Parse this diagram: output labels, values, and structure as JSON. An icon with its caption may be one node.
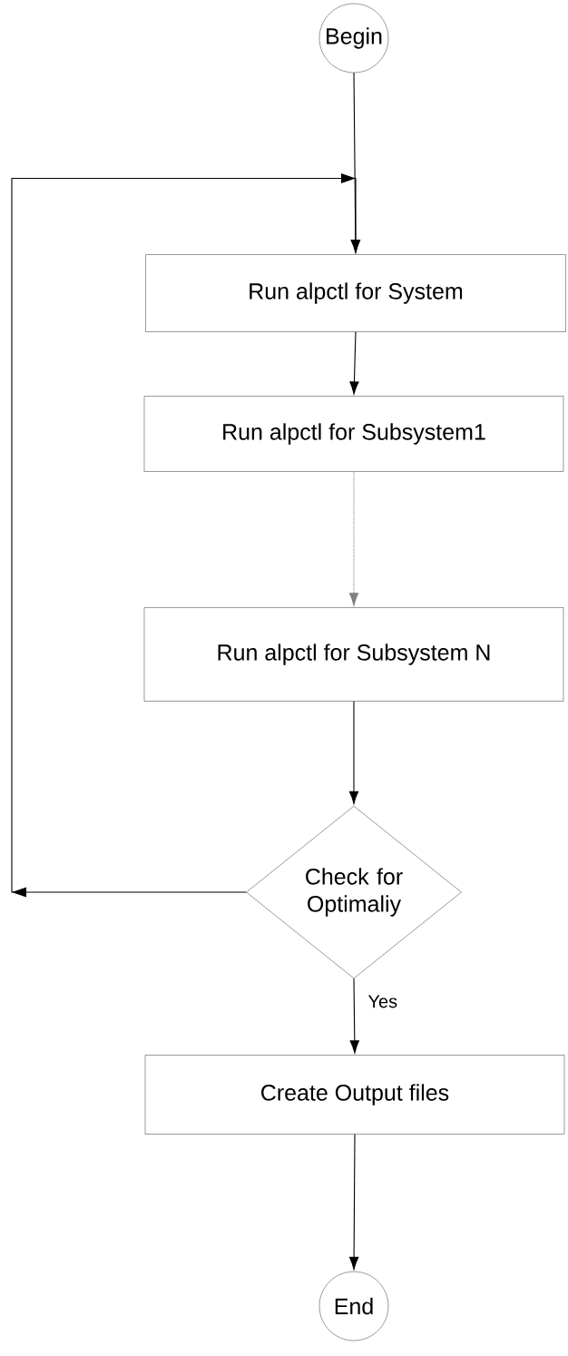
{
  "diagram": {
    "nodes": [
      {
        "text": [
          "Begin"
        ]
      },
      {
        "text": [
          "Run alpctl for System"
        ]
      },
      {
        "text": [
          "Run alpctl for Subsystem1"
        ]
      },
      {
        "text": [
          "Run alpctl for Subsystem N"
        ]
      },
      {
        "text": [
          "Check for Optimaliy"
        ]
      },
      {
        "text": [
          "Create Output files"
        ]
      },
      {
        "text": [
          "End"
        ]
      }
    ],
    "edges": [
      {
        "from": 0,
        "to": 1,
        "arrow": "to"
      },
      {
        "from": 1,
        "to": 2,
        "arrow": "to"
      },
      {
        "from": 2,
        "to": 3,
        "arrow": "to",
        "style": "dashed",
        "color": "#808080"
      },
      {
        "from": 3,
        "to": 4,
        "arrow": "to"
      },
      {
        "from": 4,
        "to": 1,
        "arrow": "to"
      },
      {
        "from": 4,
        "to": 5,
        "arrow": "to",
        "label": "Yes"
      },
      {
        "from": 5,
        "to": 6,
        "arrow": "to"
      }
    ]
  }
}
